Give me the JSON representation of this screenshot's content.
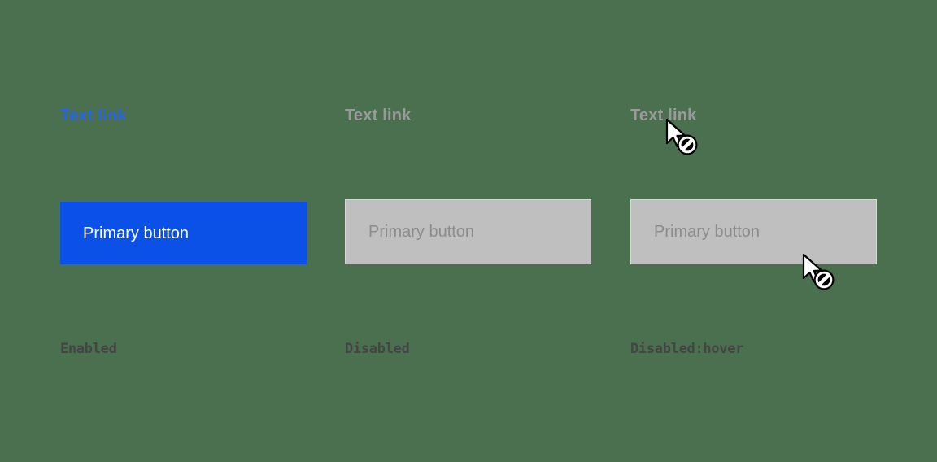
{
  "page": {
    "background_color": "#4a7050",
    "title": "Button and text link states"
  },
  "columns": [
    {
      "key": "enabled",
      "text_link": "Text link",
      "text_link_color": "#2563eb",
      "button_label": "Primary button",
      "button_bg": "#0b51e8",
      "button_text_color": "#ffffff",
      "caption": "Enabled",
      "state": "enabled"
    },
    {
      "key": "disabled",
      "text_link": "Text link",
      "text_link_color": "#9a9a9a",
      "button_label": "Primary button",
      "button_bg": "#bfbfbf",
      "button_text_color": "#8c8c8c",
      "caption": "Disabled",
      "state": "disabled"
    },
    {
      "key": "disabled-hover",
      "text_link": "Text link",
      "text_link_color": "#9a9a9a",
      "button_label": "Primary button",
      "button_bg": "#bfbfbf",
      "button_text_color": "#8c8c8c",
      "caption": "Disabled:hover",
      "state": "disabled"
    }
  ],
  "cursors": [
    {
      "name": "not-allowed-cursor-over-link",
      "icon": "not-allowed-cursor"
    },
    {
      "name": "not-allowed-cursor-over-button",
      "icon": "not-allowed-cursor"
    }
  ]
}
